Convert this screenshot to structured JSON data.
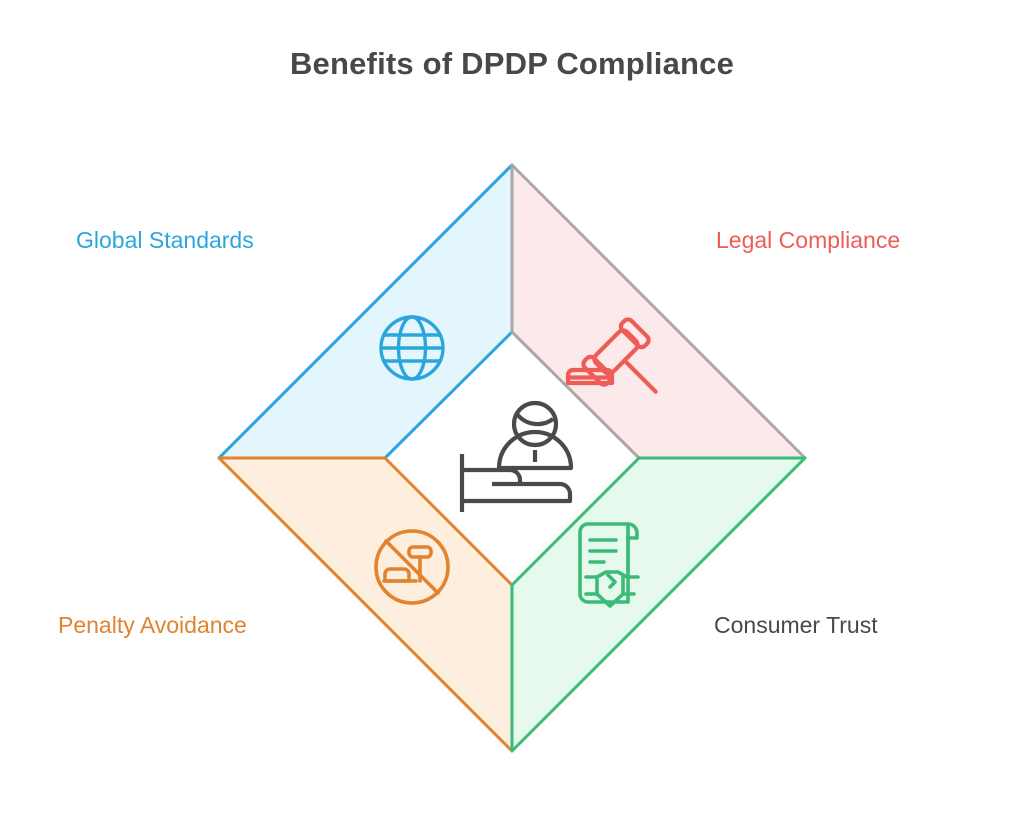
{
  "page": {
    "title": "Benefits of DPDP Compliance",
    "background": "#ffffff"
  },
  "diagram": {
    "type": "diamond-quadrant",
    "center_icon": {
      "name": "person-service-icon",
      "color": "#4a4a4a",
      "description": "Person behind counter / service representative"
    },
    "quadrants": [
      {
        "id": "global-standards",
        "label": "Global Standards",
        "position": "top-left",
        "text_color": "#2ba6dd",
        "fill": "#e3f5fd",
        "stroke": "#2ba6dd",
        "icon": "globe-icon"
      },
      {
        "id": "legal-compliance",
        "label": "Legal Compliance",
        "position": "top-right",
        "text_color": "#ef5b56",
        "fill": "#fce9e9",
        "stroke": "#a8a8a8",
        "icon": "gavel-icon"
      },
      {
        "id": "penalty-avoidance",
        "label": "Penalty Avoidance",
        "position": "bottom-left",
        "text_color": "#e2832f",
        "fill": "#fdeedd",
        "stroke": "#e2832f",
        "icon": "no-gavel-icon"
      },
      {
        "id": "consumer-trust",
        "label": "Consumer Trust",
        "position": "bottom-right",
        "text_color": "#46494a",
        "fill": "#e5f9ec",
        "stroke": "#3cba77",
        "icon": "contract-handshake-icon"
      }
    ]
  }
}
